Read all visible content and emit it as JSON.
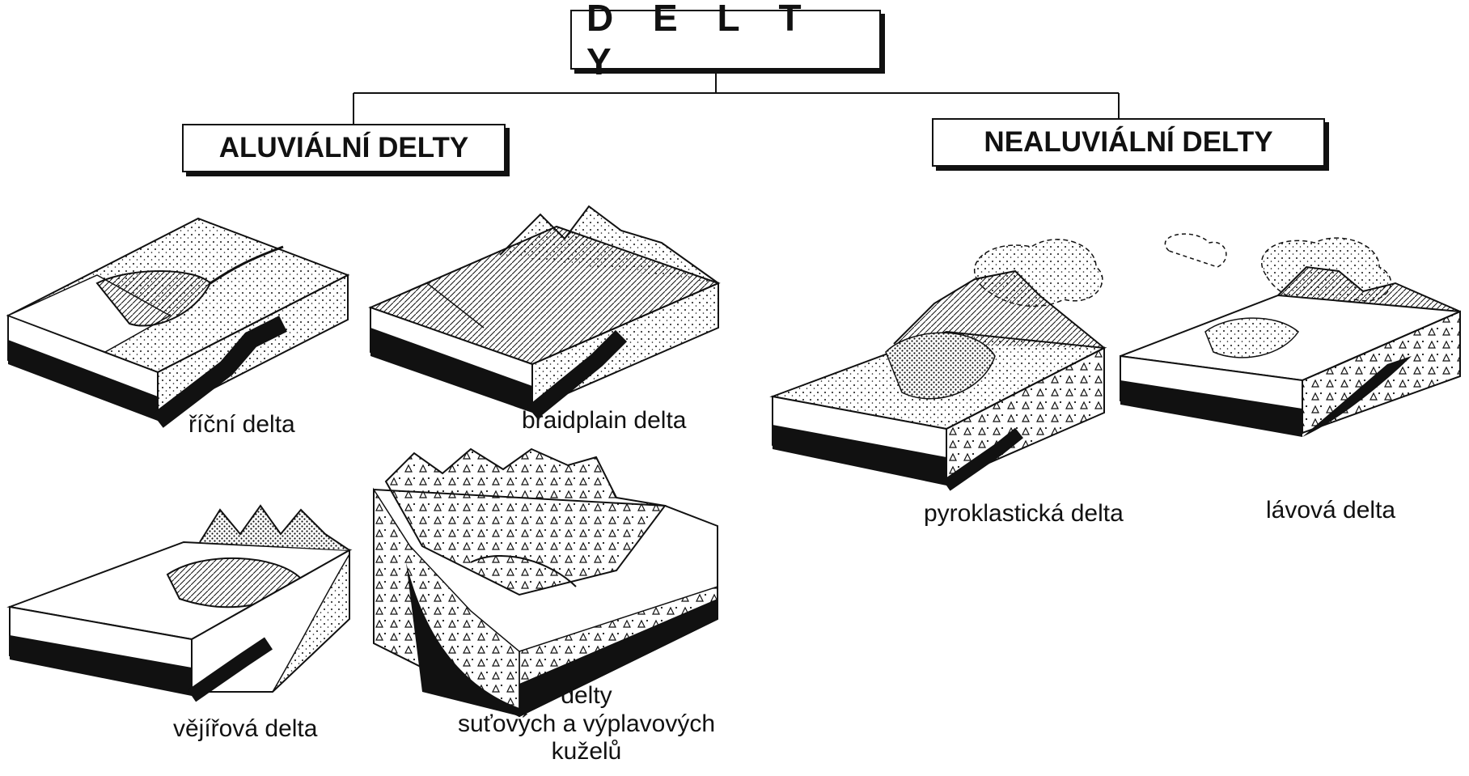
{
  "diagram": {
    "root": {
      "label": "D E L T Y"
    },
    "branches": [
      {
        "label": "ALUVIÁLNÍ DELTY",
        "items": [
          {
            "caption": "říční delta"
          },
          {
            "caption": "braidplain delta"
          },
          {
            "caption": "vějířová delta"
          },
          {
            "caption_lines": [
              "delty",
              "suťových a výplavových",
              "kuželů"
            ]
          }
        ]
      },
      {
        "label": "NEALUVIÁLNÍ DELTY",
        "items": [
          {
            "caption": "pyroklastická delta"
          },
          {
            "caption": "lávová delta"
          }
        ]
      }
    ],
    "colors": {
      "ink": "#111111",
      "paper": "#ffffff"
    }
  }
}
